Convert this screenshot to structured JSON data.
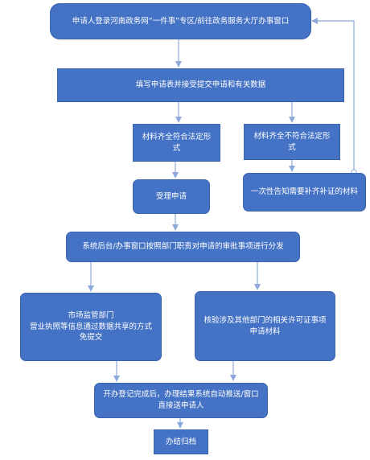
{
  "diagram": {
    "nodes": {
      "login": "申请人登录河南政务网“一件事”专区/前往政务服务大厅办事窗口",
      "fill": "填写申请表并接受提交申请和有关数据",
      "complete": "材料齐全符合法定形式",
      "incomplete": "材料齐全不符合法定形式",
      "notify": "一次性告知需要补齐补证的材料",
      "accept": "受理申请",
      "distribute": "系统后台/办事窗口按照部门职责对申请的审批事项进行分发",
      "market_title": "市场监管部门",
      "market_body": "营业执照等信息通过数据共享的方式免提交",
      "verify": "核验涉及其他部门的相关许可证事项申请材料",
      "deliver": "开办登记完成后，办理结果系统自动推送/窗口直接送申请人",
      "archive": "办结归档"
    },
    "colors": {
      "box": "#4472C4",
      "arrow": "#8EA9DB",
      "text": "#ffffff"
    }
  }
}
